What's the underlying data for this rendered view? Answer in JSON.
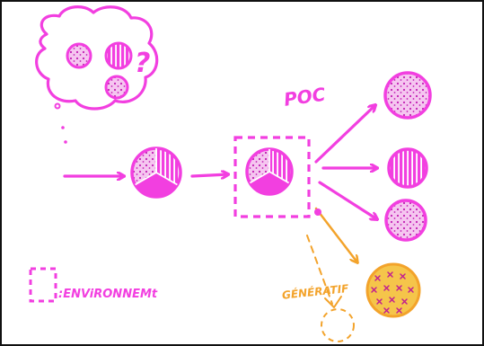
{
  "labels": {
    "poc": "POC",
    "question": "?",
    "environment_legend": ":ENViRONNEMt",
    "generative": "GÉNÉRATIF"
  },
  "colors": {
    "magenta": "#f23fe0",
    "orange": "#f3a32b",
    "ink": "#111111",
    "paper": "#ffffff"
  },
  "icons": [
    "thought-bubble",
    "dotted-circle",
    "striped-circle",
    "pie-circle",
    "dashed-square",
    "arrow",
    "cross-hatched-circle",
    "dashed-circle"
  ]
}
